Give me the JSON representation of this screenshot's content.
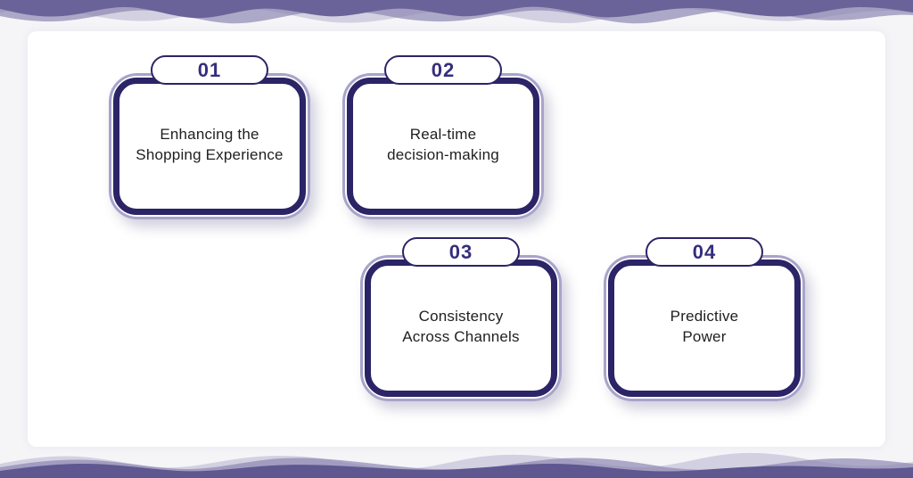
{
  "colors": {
    "page_bg": "#f5f5f8",
    "panel_bg": "#ffffff",
    "card_bg": "#ffffff",
    "border_dark": "#2b2466",
    "border_light": "#a8a3ca",
    "number": "#352e7d",
    "text": "#1f1f1f",
    "wave_dark_top": "#6a6399",
    "wave_dark_bottom": "#5e5790",
    "wave_mid": "#8d87b2",
    "wave_light": "#bdb9d2"
  },
  "cards": [
    {
      "number": "01",
      "line1": "Enhancing the",
      "line2": "Shopping Experience"
    },
    {
      "number": "02",
      "line1": "Real-time",
      "line2": "decision-making"
    },
    {
      "number": "03",
      "line1": "Consistency",
      "line2": "Across Channels"
    },
    {
      "number": "04",
      "line1": "Predictive",
      "line2": "Power"
    }
  ]
}
